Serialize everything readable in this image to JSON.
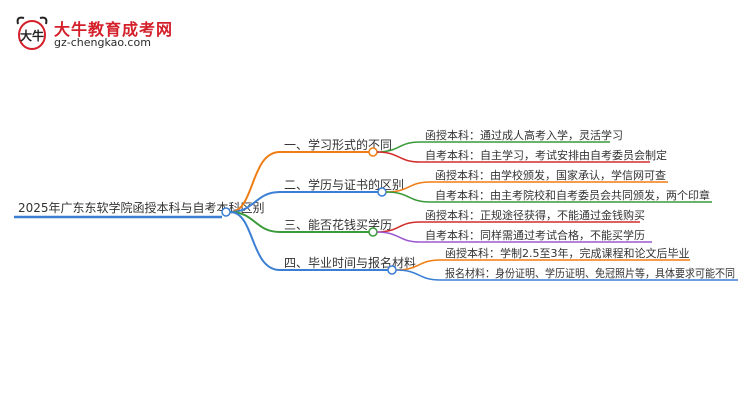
{
  "logo": {
    "mark_text": "大牛",
    "title": "大牛教育成考网",
    "url": "gz-chengkao.com"
  },
  "root": {
    "label": "2025年广东东软学院函授本科与自考本科区别"
  },
  "branches": [
    {
      "label": "一、学习形式的不同",
      "color": "#f07d14",
      "children": [
        {
          "label": "函授本科：通过成人高考入学，灵活学习",
          "color": "#3a9a3a"
        },
        {
          "label": "自考本科：自主学习，考试安排由自考委员会制定",
          "color": "#d22d2d"
        }
      ]
    },
    {
      "label": "二、学历与证书的区别",
      "color": "#3b7fd4",
      "children": [
        {
          "label": "函授本科：由学校颁发，国家承认，学信网可查",
          "color": "#f07d14"
        },
        {
          "label": "自考本科：由主考院校和自考委员会共同颁发，两个印章",
          "color": "#3a9a3a"
        }
      ]
    },
    {
      "label": "三、能否花钱买学历",
      "color": "#3a9a3a",
      "children": [
        {
          "label": "函授本科：正规途径获得，不能通过金钱购买",
          "color": "#d22d2d"
        },
        {
          "label": "自考本科：同样需通过考试合格，不能买学历",
          "color": "#9b59d0"
        }
      ]
    },
    {
      "label": "四、毕业时间与报名材料",
      "color": "#3b7fd4",
      "children": [
        {
          "label": "函授本科：学制2.5至3年，完成课程和论文后毕业",
          "color": "#f07d14"
        },
        {
          "label": "报名材料：身份证明、学历证明、免冠照片等，具体要求可能不同",
          "color": "#3b7fd4"
        }
      ]
    }
  ],
  "colors": {
    "root_line": "#3b7fd4",
    "text": "#333333",
    "brand_red": "#d4202a"
  }
}
